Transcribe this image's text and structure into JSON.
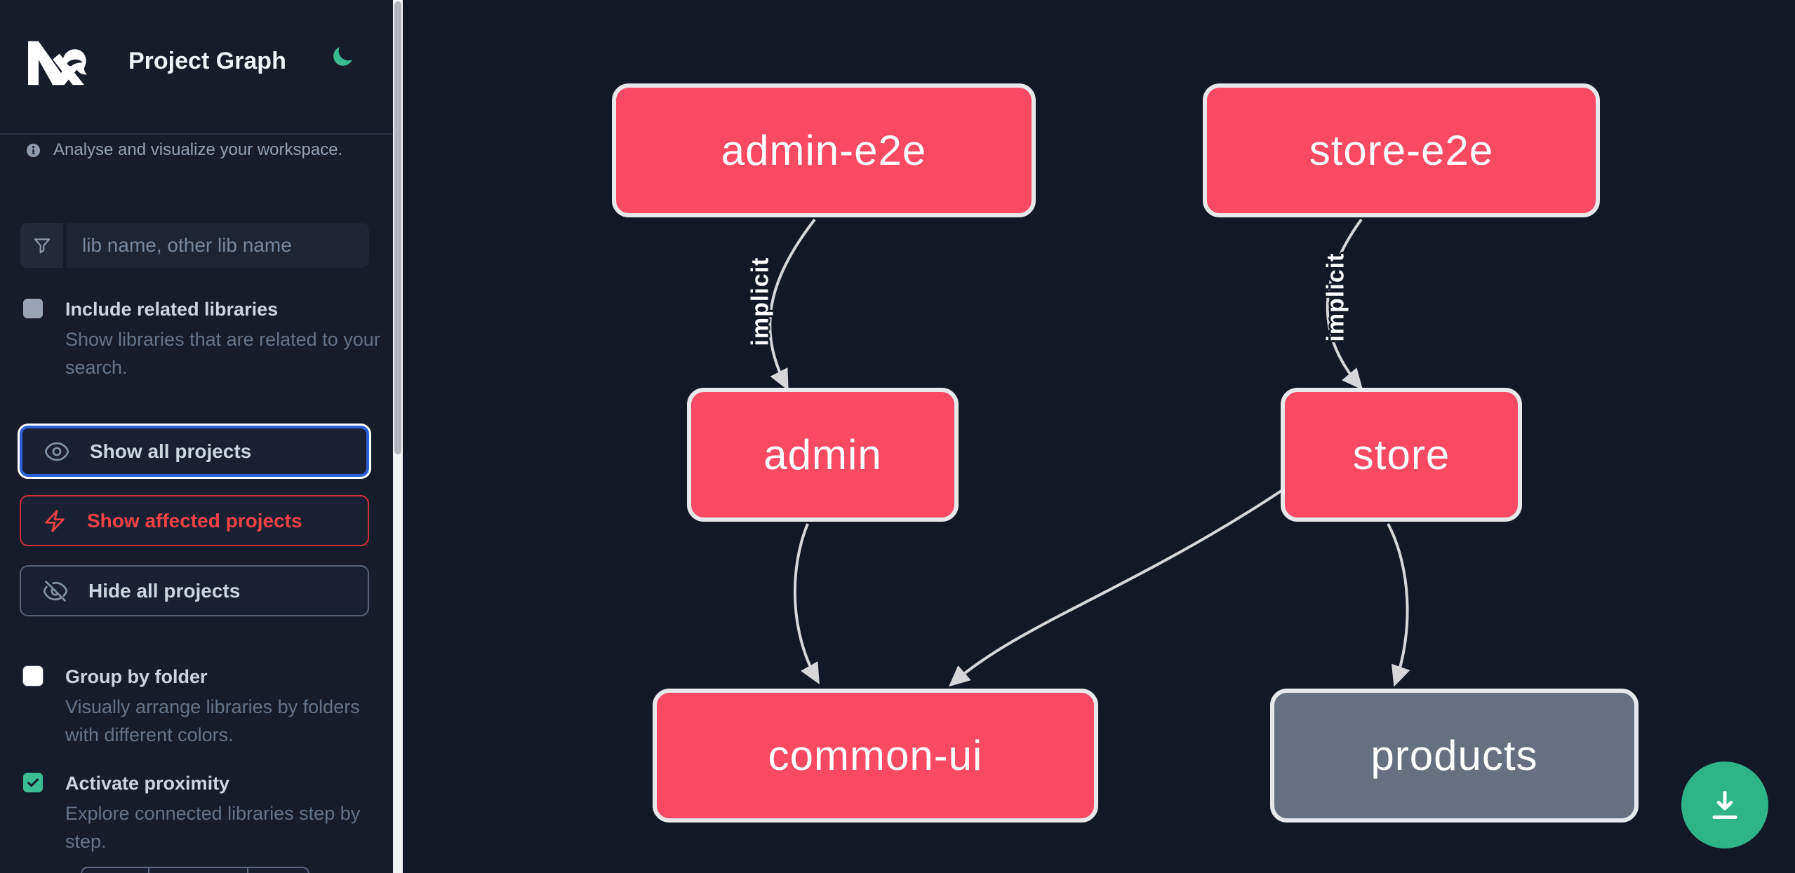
{
  "header": {
    "title": "Project Graph",
    "theme_icon": "moon"
  },
  "sidebar": {
    "tagline": "Analyse and visualize your workspace.",
    "search": {
      "placeholder": "lib name, other lib name",
      "value": ""
    },
    "include_related": {
      "label": "Include related libraries",
      "description": "Show libraries that are related to your search.",
      "checked": false
    },
    "actions": {
      "show_all": "Show all projects",
      "show_affected": "Show affected projects",
      "hide_all": "Hide all projects"
    },
    "group_by_folder": {
      "label": "Group by folder",
      "description": "Visually arrange libraries by folders with different colors.",
      "checked": false
    },
    "proximity": {
      "label": "Activate proximity",
      "description": "Explore connected libraries step by step.",
      "checked": true
    }
  },
  "graph": {
    "nodes": [
      {
        "id": "admin-e2e",
        "label": "admin-e2e",
        "kind": "affected"
      },
      {
        "id": "store-e2e",
        "label": "store-e2e",
        "kind": "affected"
      },
      {
        "id": "admin",
        "label": "admin",
        "kind": "affected"
      },
      {
        "id": "store",
        "label": "store",
        "kind": "affected"
      },
      {
        "id": "common-ui",
        "label": "common-ui",
        "kind": "affected"
      },
      {
        "id": "products",
        "label": "products",
        "kind": "normal"
      }
    ],
    "edges": [
      {
        "from": "admin-e2e",
        "to": "admin",
        "label": "implicit"
      },
      {
        "from": "store-e2e",
        "to": "store",
        "label": "implicit"
      },
      {
        "from": "admin",
        "to": "common-ui",
        "label": ""
      },
      {
        "from": "store",
        "to": "common-ui",
        "label": ""
      },
      {
        "from": "store",
        "to": "products",
        "label": ""
      }
    ]
  },
  "fab": {
    "action": "download-graph-image"
  },
  "colors": {
    "canvas_bg": "#121826",
    "sidebar_bg": "#161c2a",
    "node_affected": "#fa4a63",
    "node_normal": "#667081",
    "node_border": "#e7e8ec",
    "edge": "#d7d7da",
    "accent_blue": "#2c5fd8",
    "accent_red": "#ef4146",
    "accent_green": "#3cbc92",
    "fab_green": "#2eb487"
  }
}
